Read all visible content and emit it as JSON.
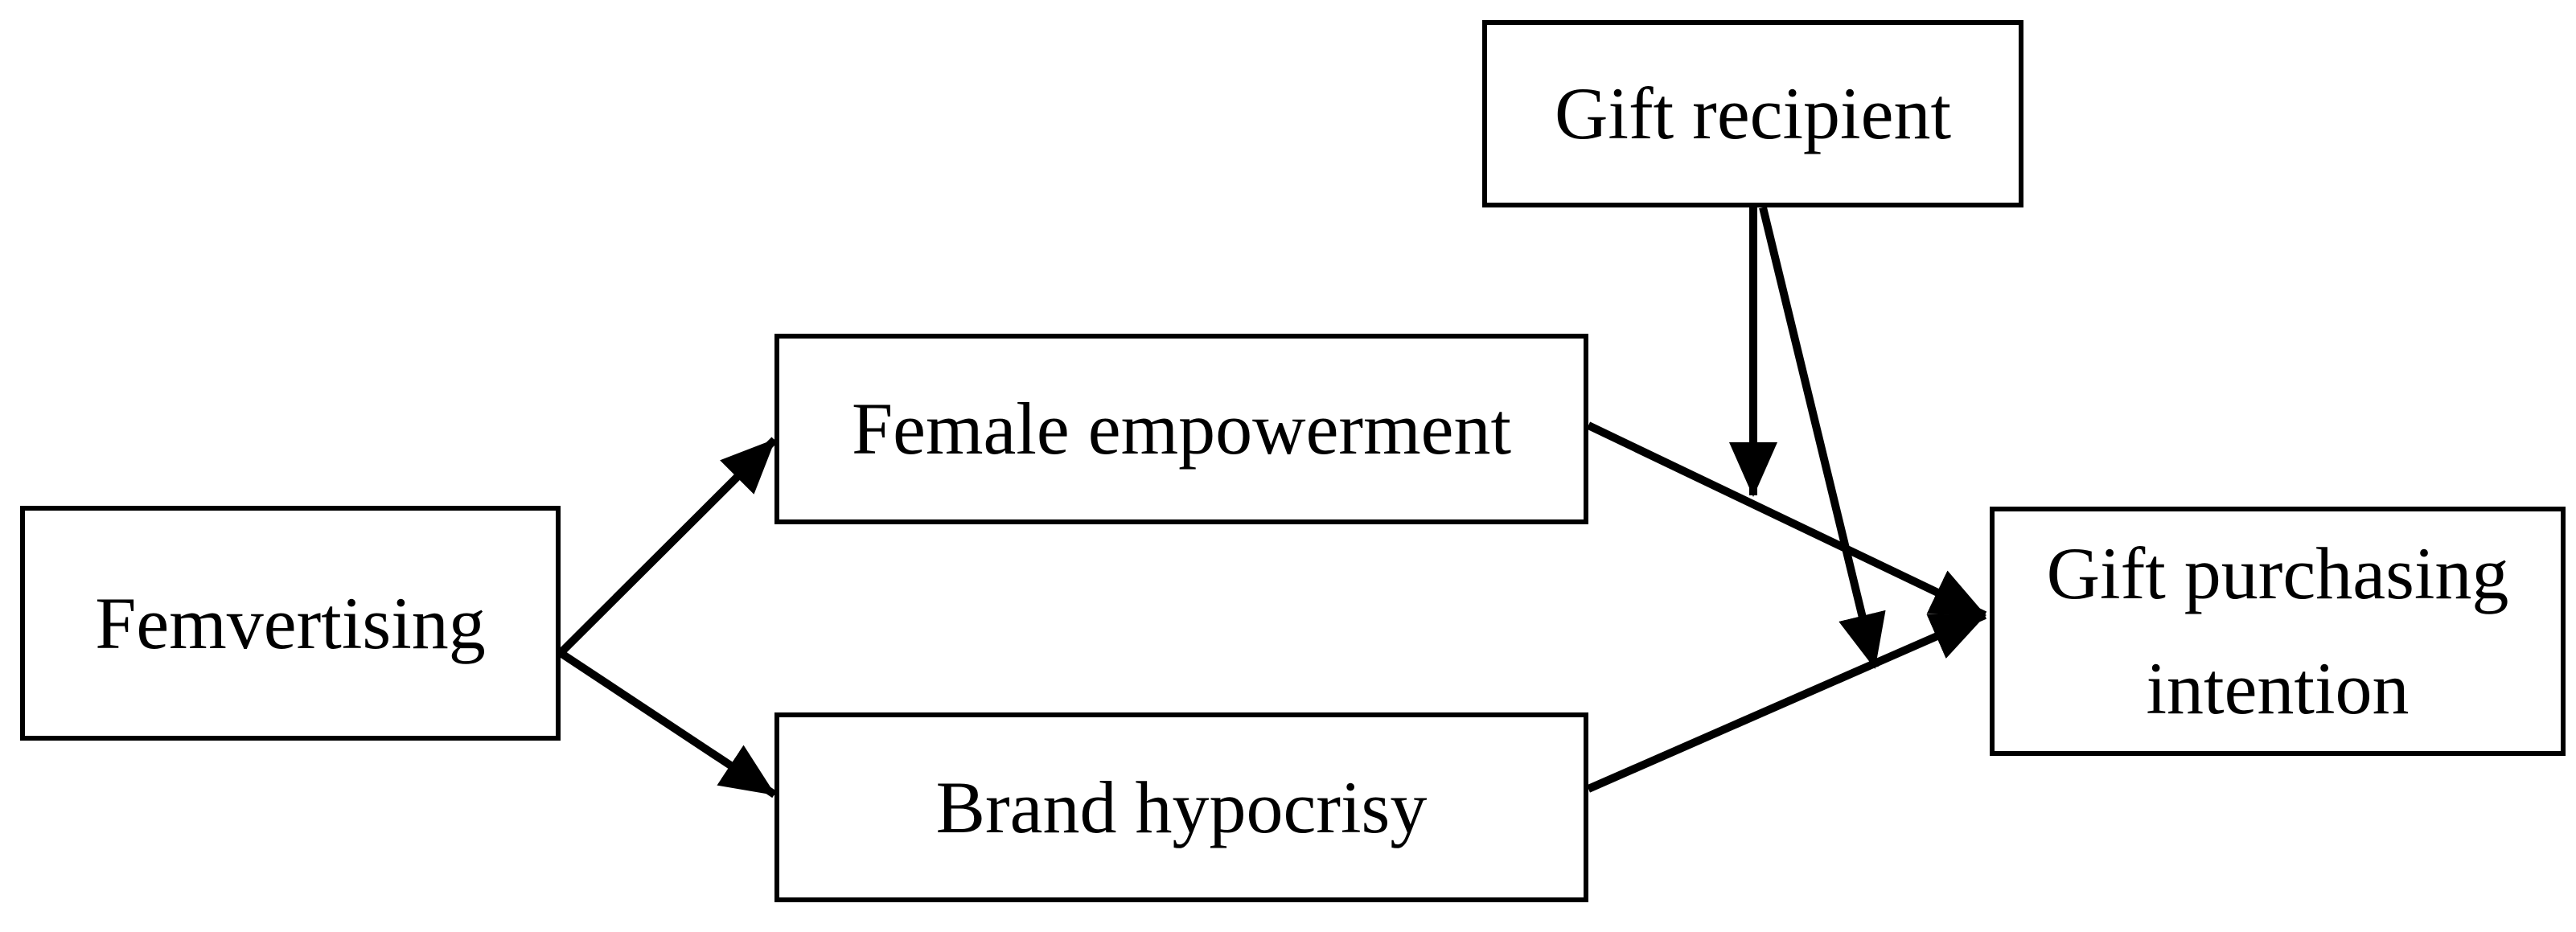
{
  "diagram": {
    "type": "path-model",
    "nodes": {
      "femvertising": {
        "label": "Femvertising"
      },
      "female_empowerment": {
        "label": "Female empowerment"
      },
      "brand_hypocrisy": {
        "label": "Brand hypocrisy"
      },
      "gift_recipient": {
        "label": "Gift recipient"
      },
      "gift_purchasing_intention": {
        "label": "Gift purchasing intention"
      }
    },
    "edges": [
      {
        "from": "Femvertising",
        "to": "Female empowerment",
        "kind": "direct-arrow"
      },
      {
        "from": "Femvertising",
        "to": "Brand hypocrisy",
        "kind": "direct-arrow"
      },
      {
        "from": "Female empowerment",
        "to": "Gift purchasing intention",
        "kind": "direct-arrow"
      },
      {
        "from": "Brand hypocrisy",
        "to": "Gift purchasing intention",
        "kind": "direct-arrow"
      },
      {
        "from": "Gift recipient",
        "to": "path: Female empowerment to Gift purchasing intention",
        "kind": "moderation-arrow"
      },
      {
        "from": "Gift recipient",
        "to": "path: Brand hypocrisy to Gift purchasing intention",
        "kind": "moderation-arrow"
      }
    ],
    "colors": {
      "background": "#ffffff",
      "box_fill": "#ffffff",
      "box_border": "#000000",
      "line": "#000000",
      "text": "#000000"
    }
  }
}
